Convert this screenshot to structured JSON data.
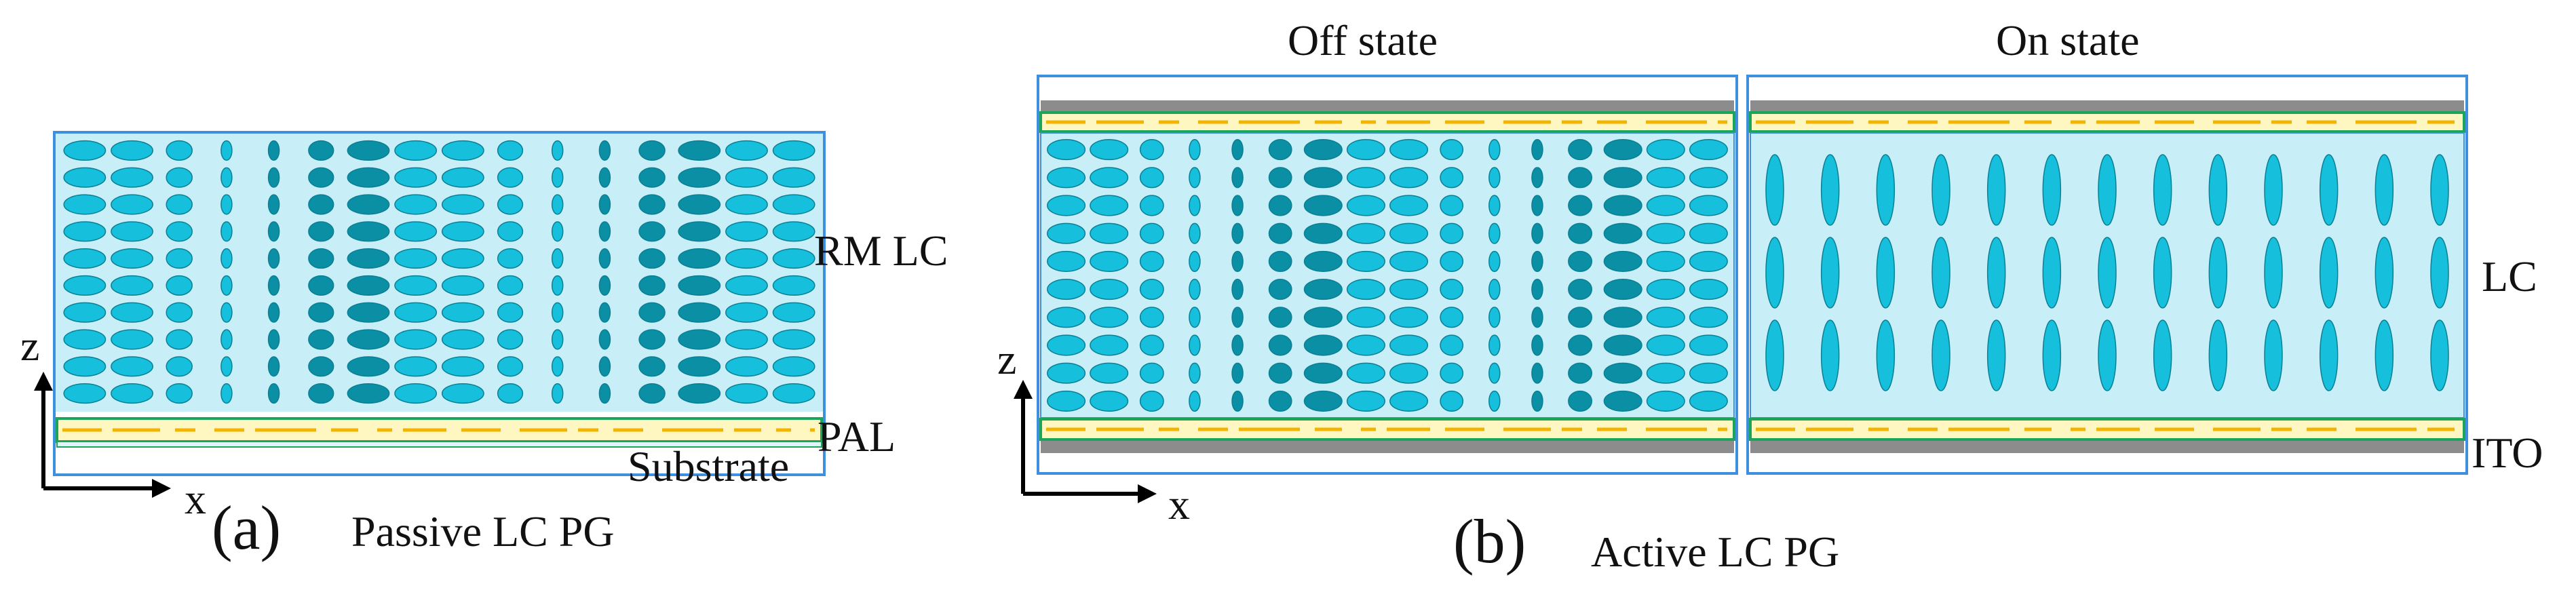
{
  "panel_a": {
    "letter": "(a)",
    "caption": "Passive LC PG",
    "layers": {
      "lc": "RM LC",
      "alignment": "PAL",
      "substrate": "Substrate"
    },
    "axes": {
      "z": "z",
      "x": "x"
    }
  },
  "panel_b": {
    "letter": "(b)",
    "caption": "Active LC PG",
    "states": {
      "off": "Off state",
      "on": "On state"
    },
    "layers": {
      "lc": "LC",
      "electrode": "ITO"
    },
    "axes": {
      "z": "z",
      "x": "x"
    }
  },
  "colors": {
    "lc_fill": "#c8eef8",
    "frame": "#3f8fe0",
    "molecule": "#16c0dc",
    "molecule_dark": "#0a8fa4",
    "substrate": "#8c8c8c",
    "alignment_line": "#f2b400",
    "alignment_band": "#fff7c2",
    "alignment_border": "#1aa55a",
    "axis": "#000000"
  }
}
